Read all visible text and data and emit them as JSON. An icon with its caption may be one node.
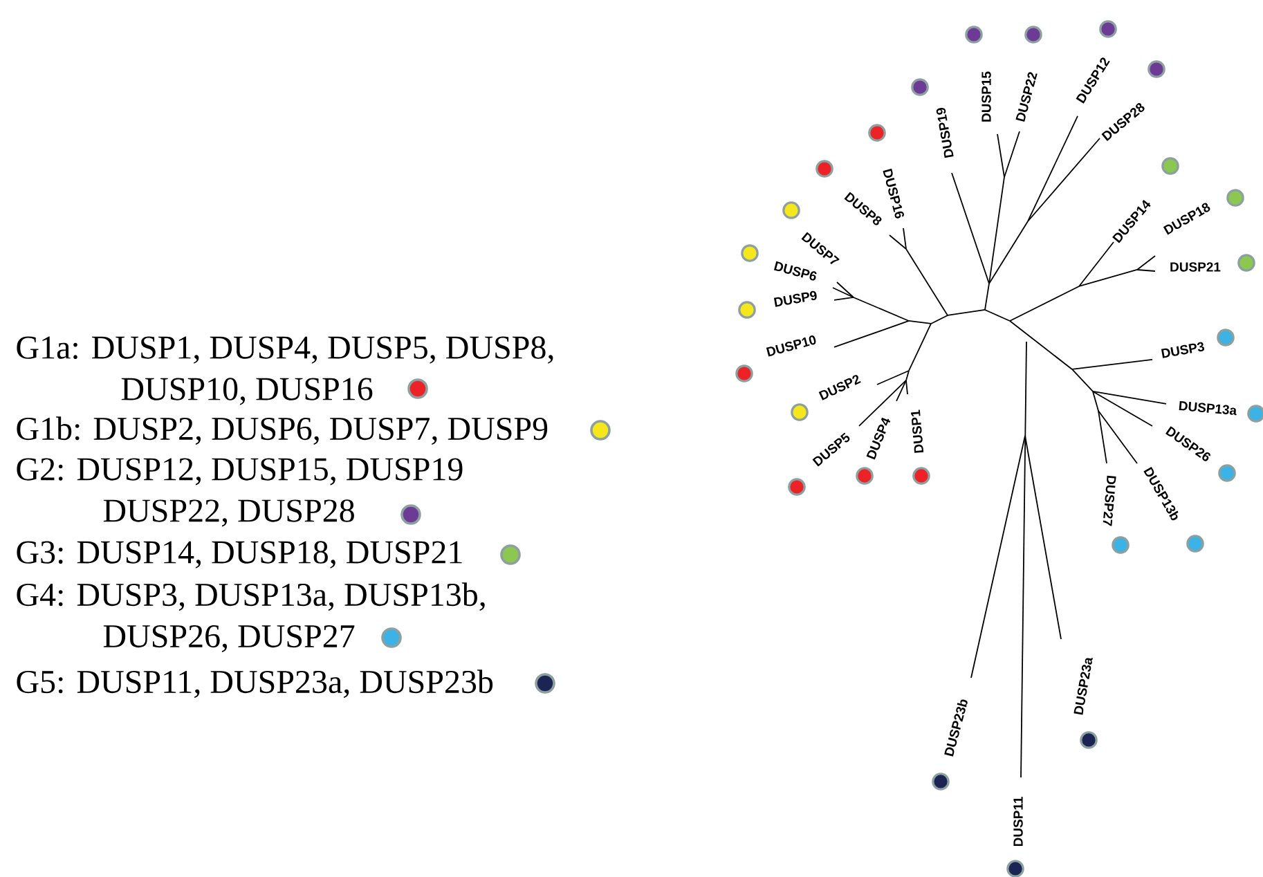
{
  "diagram": {
    "labels": [
      "DUSP15",
      "DUSP22",
      "DUSP12",
      "DUSP28",
      "DUSP19",
      "DUSP16",
      "DUSP8",
      "DUSP14",
      "DUSP18",
      "DUSP7",
      "DUSP6",
      "DUSP21",
      "DUSP9",
      "DUSP10",
      "DUSP3",
      "DUSP2",
      "DUSP13a",
      "DUSP5",
      "DUSP4",
      "DUSP1",
      "DUSP26",
      "DUSP27",
      "DUSP13b",
      "DUSP23a",
      "DUSP23b",
      "DUSP11"
    ],
    "legend": [
      {
        "text": "G1a: DUSP1, DUSP4, DUSP5, DUSP8, DUSP10, DUSP16",
        "color": "#ec2227"
      },
      {
        "text": "G1b: DUSP2, DUSP6, DUSP7, DUSP9",
        "color": "#f5e71c"
      },
      {
        "text": "G2: DUSP12, DUSP15, DUSP19 DUSP22, DUSP28",
        "color": "#6d3a96"
      },
      {
        "text": "G3: DUSP14, DUSP18, DUSP21",
        "color": "#8cc750"
      },
      {
        "text": "G4: DUSP3, DUSP13a, DUSP13b, DUSP26, DUSP27",
        "color": "#3bb3e6"
      },
      {
        "text": "G5: DUSP11, DUSP23a, DUSP23b",
        "color": "#1b2452"
      }
    ]
  }
}
